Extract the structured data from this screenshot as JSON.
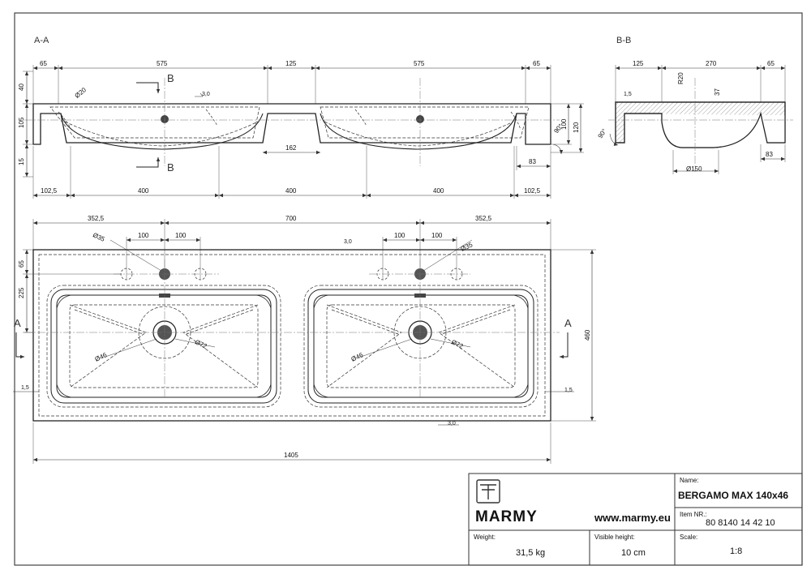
{
  "sections": {
    "aa": "A-A",
    "bb": "B-B",
    "cut_a": "A",
    "cut_b": "B"
  },
  "aa_dims": {
    "top": [
      "65",
      "575",
      "125",
      "575",
      "65"
    ],
    "bottom": [
      "102,5",
      "400",
      "400",
      "400",
      "102,5"
    ],
    "left": [
      "40",
      "105",
      "15"
    ],
    "right": [
      "100",
      "120"
    ],
    "inner": [
      "162",
      "83",
      "Ø20",
      "3,0",
      "90°"
    ]
  },
  "bb_dims": {
    "top": [
      "125",
      "270",
      "65"
    ],
    "misc": [
      "1,5",
      "R20",
      "37",
      "83",
      "Ø150",
      "90°"
    ]
  },
  "plan_dims": {
    "top": [
      "352,5",
      "700",
      "352,5"
    ],
    "holes": [
      "100",
      "100",
      "100",
      "100"
    ],
    "hole_dia": [
      "Ø35",
      "Ø35"
    ],
    "drain": [
      "Ø46",
      "Ø72",
      "Ø46",
      "Ø72"
    ],
    "left": [
      "65",
      "225"
    ],
    "right": [
      "460"
    ],
    "flat": [
      "3,0",
      "1,5",
      "1,5",
      "3,0"
    ],
    "overall": "1405"
  },
  "title_block": {
    "brand": "MARMY",
    "website": "www.marmy.eu",
    "name_label": "Name:",
    "name": "BERGAMO MAX 140x46",
    "item_label": "Item NR.:",
    "item": "80 8140 14 42 10",
    "weight_label": "Weight:",
    "weight": "31,5 kg",
    "visible_label": "Visible height:",
    "visible": "10 cm",
    "scale_label": "Scale:",
    "scale": "1:8"
  }
}
